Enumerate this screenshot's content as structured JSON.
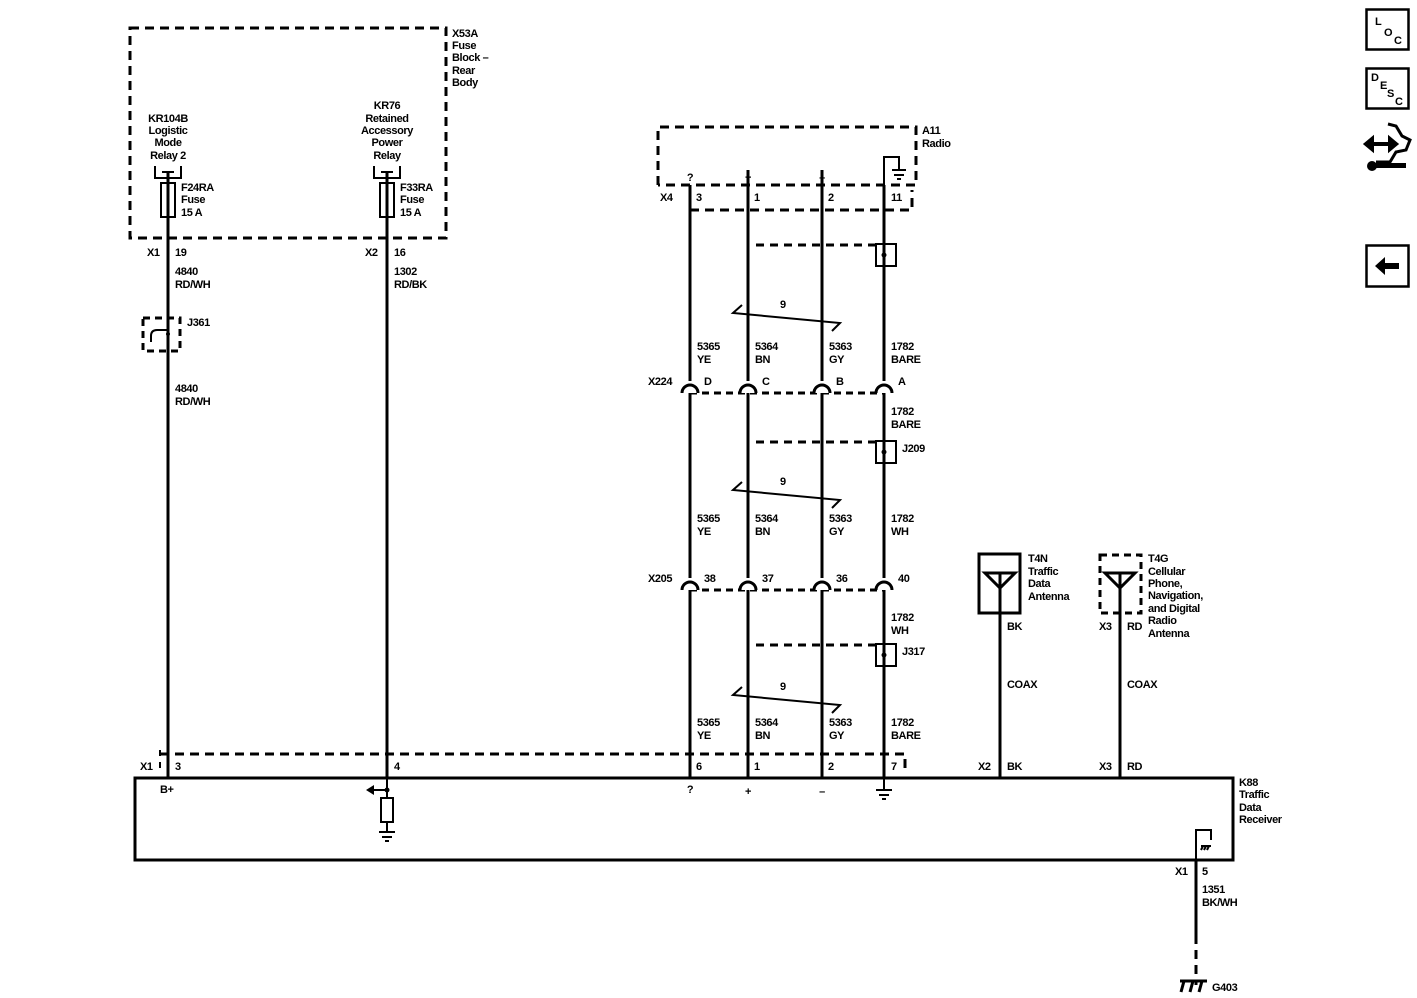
{
  "fuse_block": {
    "name": [
      "X53A",
      "Fuse",
      "Block –",
      "Rear",
      "Body"
    ]
  },
  "relay1": {
    "name": [
      "KR104B",
      "Logistic",
      "Mode",
      "Relay 2"
    ]
  },
  "relay2": {
    "name": [
      "KR76",
      "Retained",
      "Accessory",
      "Power",
      "Relay"
    ]
  },
  "fuse1": {
    "name": [
      "F24RA",
      "Fuse",
      "15 A"
    ],
    "connector": "X1",
    "pin": "19"
  },
  "fuse2": {
    "name": [
      "F33RA",
      "Fuse",
      "15 A"
    ],
    "connector": "X2",
    "pin": "16"
  },
  "wire_4840": [
    "4840",
    "RD/WH"
  ],
  "wire_1302": [
    "1302",
    "RD/BK"
  ],
  "splice_j361": "J361",
  "radio": {
    "name": [
      "A11",
      "Radio"
    ],
    "connector": "X4",
    "symbols": [
      "?",
      "+",
      "–"
    ],
    "pins": [
      "3",
      "1",
      "2",
      "11"
    ]
  },
  "twist_count": "9",
  "wires_seg1": [
    [
      "5365",
      "YE"
    ],
    [
      "5364",
      "BN"
    ],
    [
      "5363",
      "GY"
    ],
    [
      "1782",
      "BARE"
    ]
  ],
  "x224": {
    "label": "X224",
    "pins": [
      "D",
      "C",
      "B",
      "A"
    ]
  },
  "wire_1782_bare": [
    "1782",
    "BARE"
  ],
  "splice_j209": "J209",
  "wires_seg2": [
    [
      "5365",
      "YE"
    ],
    [
      "5364",
      "BN"
    ],
    [
      "5363",
      "GY"
    ],
    [
      "1782",
      "WH"
    ]
  ],
  "x205": {
    "label": "X205",
    "pins": [
      "38",
      "37",
      "36",
      "40"
    ]
  },
  "wire_1782_wh": [
    "1782",
    "WH"
  ],
  "splice_j317": "J317",
  "wires_seg3": [
    [
      "5365",
      "YE"
    ],
    [
      "5364",
      "BN"
    ],
    [
      "5363",
      "GY"
    ],
    [
      "1782",
      "BARE"
    ]
  ],
  "t4n": {
    "name": [
      "T4N",
      "Traffic",
      "Data",
      "Antenna"
    ],
    "wire_color": "BK",
    "coax": "COAX"
  },
  "t4g": {
    "name": [
      "T4G",
      "Cellular",
      "Phone,",
      "Navigation,",
      "and Digital",
      "Radio",
      "Antenna"
    ],
    "connector": "X3",
    "wire_color": "RD",
    "coax": "COAX"
  },
  "receiver": {
    "name": [
      "K88",
      "Traffic",
      "Data",
      "Receiver"
    ],
    "x1_connector": "X1",
    "x1_pins": [
      "3",
      "4",
      "6",
      "1",
      "2",
      "7"
    ],
    "bplus": "B+",
    "symbols": [
      "?",
      "+",
      "–"
    ],
    "x2_connector": "X2",
    "x2_pin": "BK",
    "x3_connector": "X3",
    "x3_pin": "RD",
    "ground_connector": "X1",
    "ground_pin": "5"
  },
  "wire_1351": [
    "1351",
    "BK/WH"
  ],
  "ground_g403": "G403",
  "nav": {
    "loc": [
      "L",
      "O",
      "C"
    ],
    "desc": [
      "D",
      "E",
      "S",
      "C"
    ]
  }
}
